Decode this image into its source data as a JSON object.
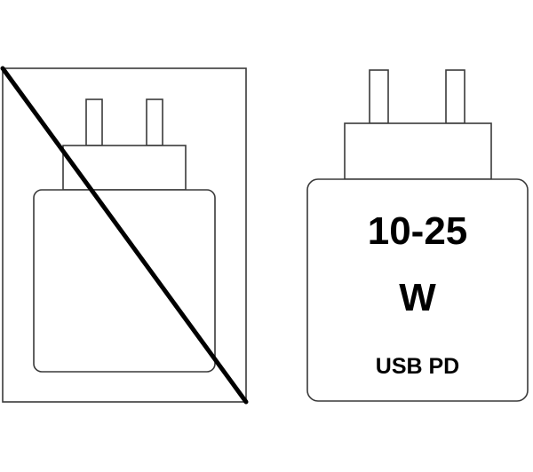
{
  "charger_label": {
    "power": "10-25",
    "unit": "W",
    "standard": "USB PD"
  },
  "icons": {
    "left": "crossed-out-charger-icon",
    "right": "usb-pd-charger-icon"
  },
  "colors": {
    "stroke": "#3a3a3a",
    "strike": "#000000",
    "text": "#000000",
    "background": "#ffffff"
  }
}
